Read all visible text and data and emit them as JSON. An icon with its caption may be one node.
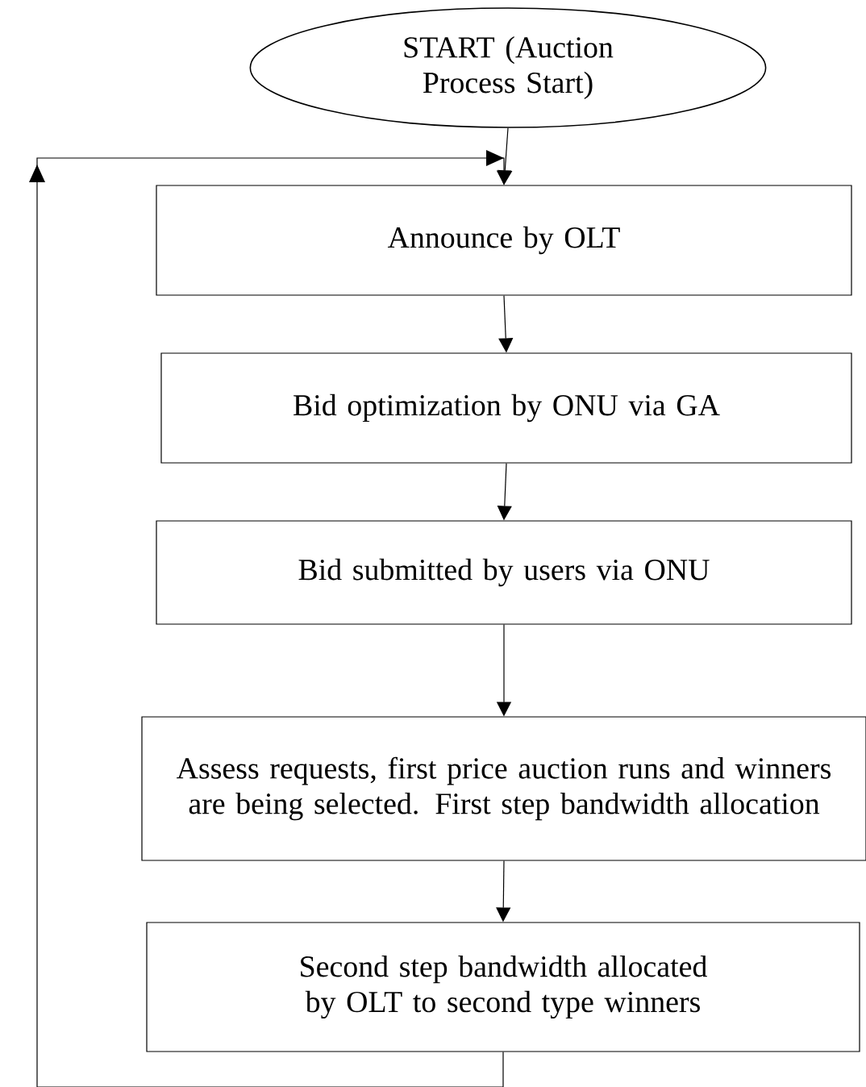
{
  "diagram": {
    "nodes": [
      {
        "text": [
          "START (Auction Process Start)"
        ]
      },
      {
        "text": [
          "Announce by OLT"
        ]
      },
      {
        "text": [
          "Bid optimization by ONU via GA"
        ]
      },
      {
        "text": [
          "Bid submitted  by users via ONU"
        ]
      },
      {
        "text": [
          "Assess requests, first price auction runs and winners are being selected. First step bandwidth allocation"
        ]
      },
      {
        "text": [
          "Second step bandwidth allocated by OLT to second type winners"
        ]
      }
    ],
    "edges": [
      {
        "from": 0,
        "to": 1,
        "arrow": "to"
      },
      {
        "from": 1,
        "to": 2,
        "arrow": "to"
      },
      {
        "from": 2,
        "to": 3,
        "arrow": "to"
      },
      {
        "from": 3,
        "to": 4,
        "arrow": "to"
      },
      {
        "from": 4,
        "to": 5,
        "arrow": "to"
      },
      {
        "from": 5,
        "to": 1,
        "arrow": "to"
      }
    ]
  }
}
